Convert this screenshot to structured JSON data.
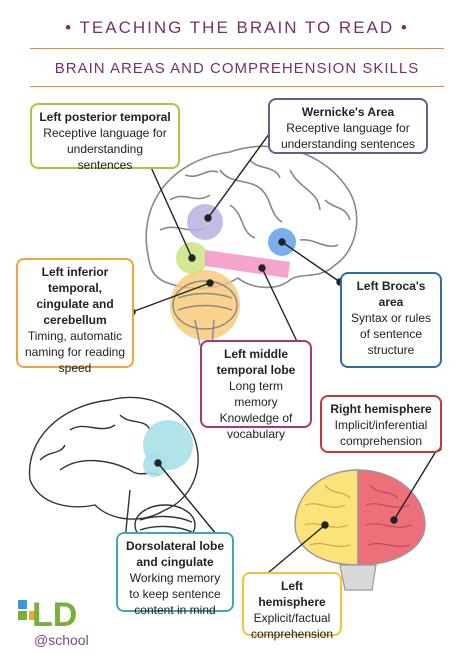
{
  "header": {
    "title": "• TEACHING THE BRAIN TO READ •",
    "subtitle": "BRAIN AREAS AND COMPREHENSION SKILLS"
  },
  "boxes": {
    "left_posterior_temporal": {
      "heading": "Left posterior temporal",
      "body": "Receptive language for understanding sentences",
      "color": "#a8c93a"
    },
    "wernickes_area": {
      "heading": "Wernicke's Area",
      "body": "Receptive language for understanding sentences",
      "color": "#6b5a8a"
    },
    "left_inferior_temporal": {
      "heading": "Left inferior temporal, cingulate and cerebellum",
      "body": "Timing, automatic naming for reading speed",
      "color": "#f4a23a"
    },
    "left_brocas_area": {
      "heading": "Left Broca's area",
      "body": "Syntax or rules of sentence structure",
      "color": "#2f6ca8"
    },
    "left_middle_temporal": {
      "heading": "Left middle temporal lobe",
      "body": "Long term memory Knowledge of vocabulary",
      "color": "#b0327a"
    },
    "right_hemisphere": {
      "heading": "Right hemisphere",
      "body": "Implicit/inferential comprehension",
      "color": "#c8383a"
    },
    "dorsolateral": {
      "heading": "Dorsolateral lobe and cingulate",
      "body": "Working memory to keep sentence content in mind",
      "color": "#3aa9b8"
    },
    "left_hemisphere": {
      "heading": "Left hemisphere",
      "body": "Explicit/factual comprehension",
      "color": "#f2c23a"
    }
  },
  "colors": {
    "title": "#7a2f6a",
    "rule": "#e58a3a",
    "brain_outline": "#888888",
    "yellow_lobe": "#fbe27a",
    "pink_lobe": "#ec6f7a",
    "purple_region": "#b8b0e0",
    "blue_region": "#6aa6e8",
    "green_region": "#cfe48a",
    "orange_region": "#f7c770",
    "magenta_region": "#f49ac8",
    "cyan_region": "#a8e0e8"
  },
  "logo": {
    "mark": "LD",
    "text": "@school"
  }
}
